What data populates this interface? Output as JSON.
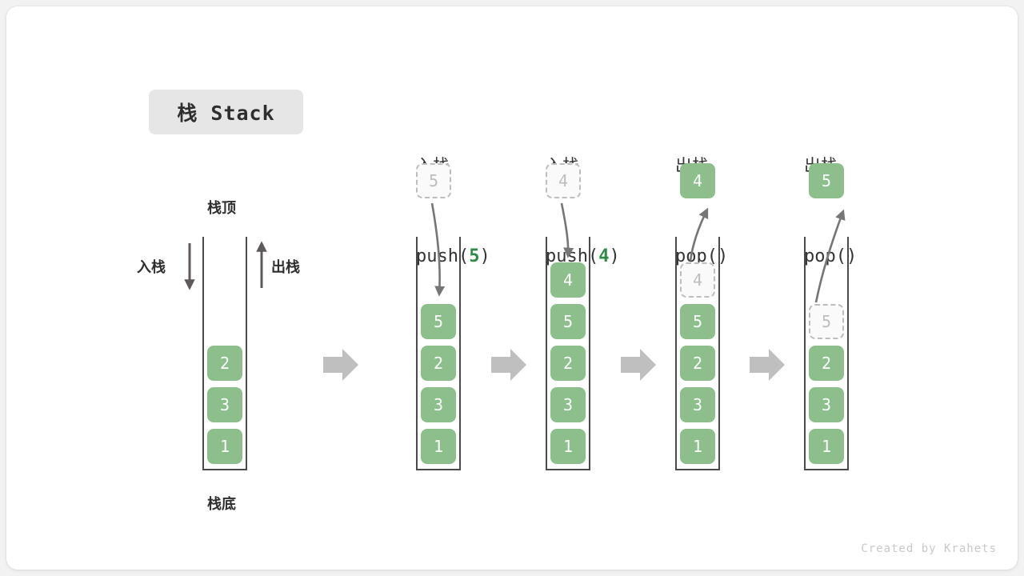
{
  "diagram": {
    "title": "栈 Stack",
    "credit": "Created by Krahets",
    "accent_green": "#8cbf8c",
    "arg_green": "#2e8b46",
    "ghost_gray": "#bdbdbd",
    "arrow_gray": "#bfbfbf",
    "tube_color": "#4a4a4a"
  },
  "legend": {
    "top_label": "栈顶",
    "bottom_label": "栈底",
    "push_label": "入栈",
    "pop_label": "出栈"
  },
  "steps": [
    {
      "id": "initial",
      "head_cn": "",
      "head_code": "",
      "head_arg": "",
      "head_code_tail": "",
      "stack": [
        "2",
        "3",
        "1"
      ],
      "ghost": null,
      "ejected": null
    },
    {
      "id": "push-5",
      "head_cn": "入栈",
      "head_code": "push(",
      "head_arg": "5",
      "head_code_tail": ")",
      "stack": [
        "5",
        "2",
        "3",
        "1"
      ],
      "ghost": {
        "value": "5",
        "position": "above-tube"
      },
      "ejected": null
    },
    {
      "id": "push-4",
      "head_cn": "入栈",
      "head_code": "push(",
      "head_arg": "4",
      "head_code_tail": ")",
      "stack": [
        "4",
        "5",
        "2",
        "3",
        "1"
      ],
      "ghost": {
        "value": "4",
        "position": "above-tube"
      },
      "ejected": null
    },
    {
      "id": "pop-4",
      "head_cn": "出栈",
      "head_code": "pop(",
      "head_arg": "",
      "head_code_tail": ")",
      "stack": [
        "5",
        "2",
        "3",
        "1"
      ],
      "ghost": {
        "value": "4",
        "position": "in-tube-top"
      },
      "ejected": {
        "value": "4"
      }
    },
    {
      "id": "pop-5",
      "head_cn": "出栈",
      "head_code": "pop(",
      "head_arg": "",
      "head_code_tail": ")",
      "stack": [
        "2",
        "3",
        "1"
      ],
      "ghost": {
        "value": "5",
        "position": "in-tube-top"
      },
      "ejected": {
        "value": "5"
      }
    }
  ]
}
